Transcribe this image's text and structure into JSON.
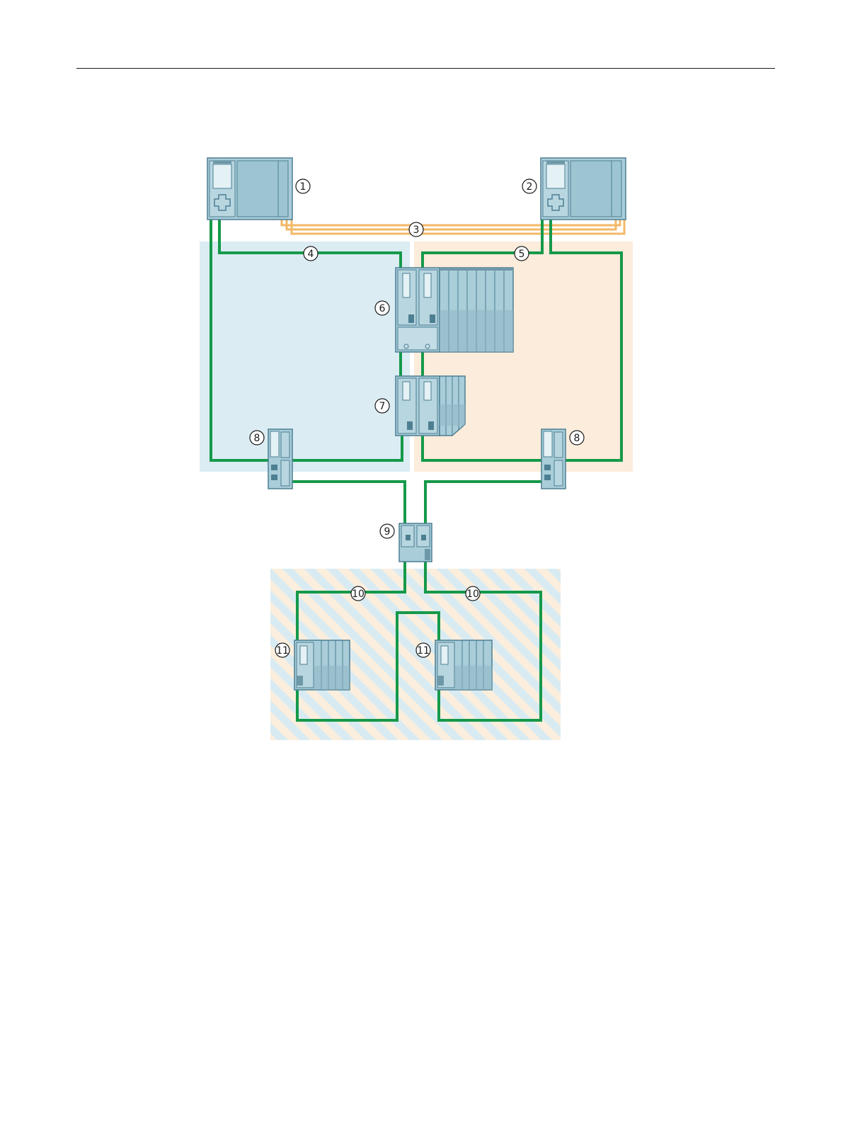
{
  "colors": {
    "network_green": "#16994a",
    "sync_orange": "#f3b867",
    "zone_blue": "#dbecf3",
    "zone_peach": "#fcecdc",
    "device_body": "#a9cdd9",
    "device_dark": "#6e98a8",
    "device_outline": "#4d7f92"
  },
  "callouts": {
    "c1": "1",
    "c2": "2",
    "c3": "3",
    "c4": "4",
    "c5": "5",
    "c6": "6",
    "c7": "7",
    "c8a": "8",
    "c8b": "8",
    "c9": "9",
    "c10a": "10",
    "c10b": "10",
    "c11a": "11",
    "c11b": "11"
  },
  "icons": {
    "cpu": "redundant-cpu-icon",
    "io_station": "distributed-io-station-icon",
    "switch": "ethernet-switch-icon",
    "coupler": "network-coupler-icon"
  }
}
